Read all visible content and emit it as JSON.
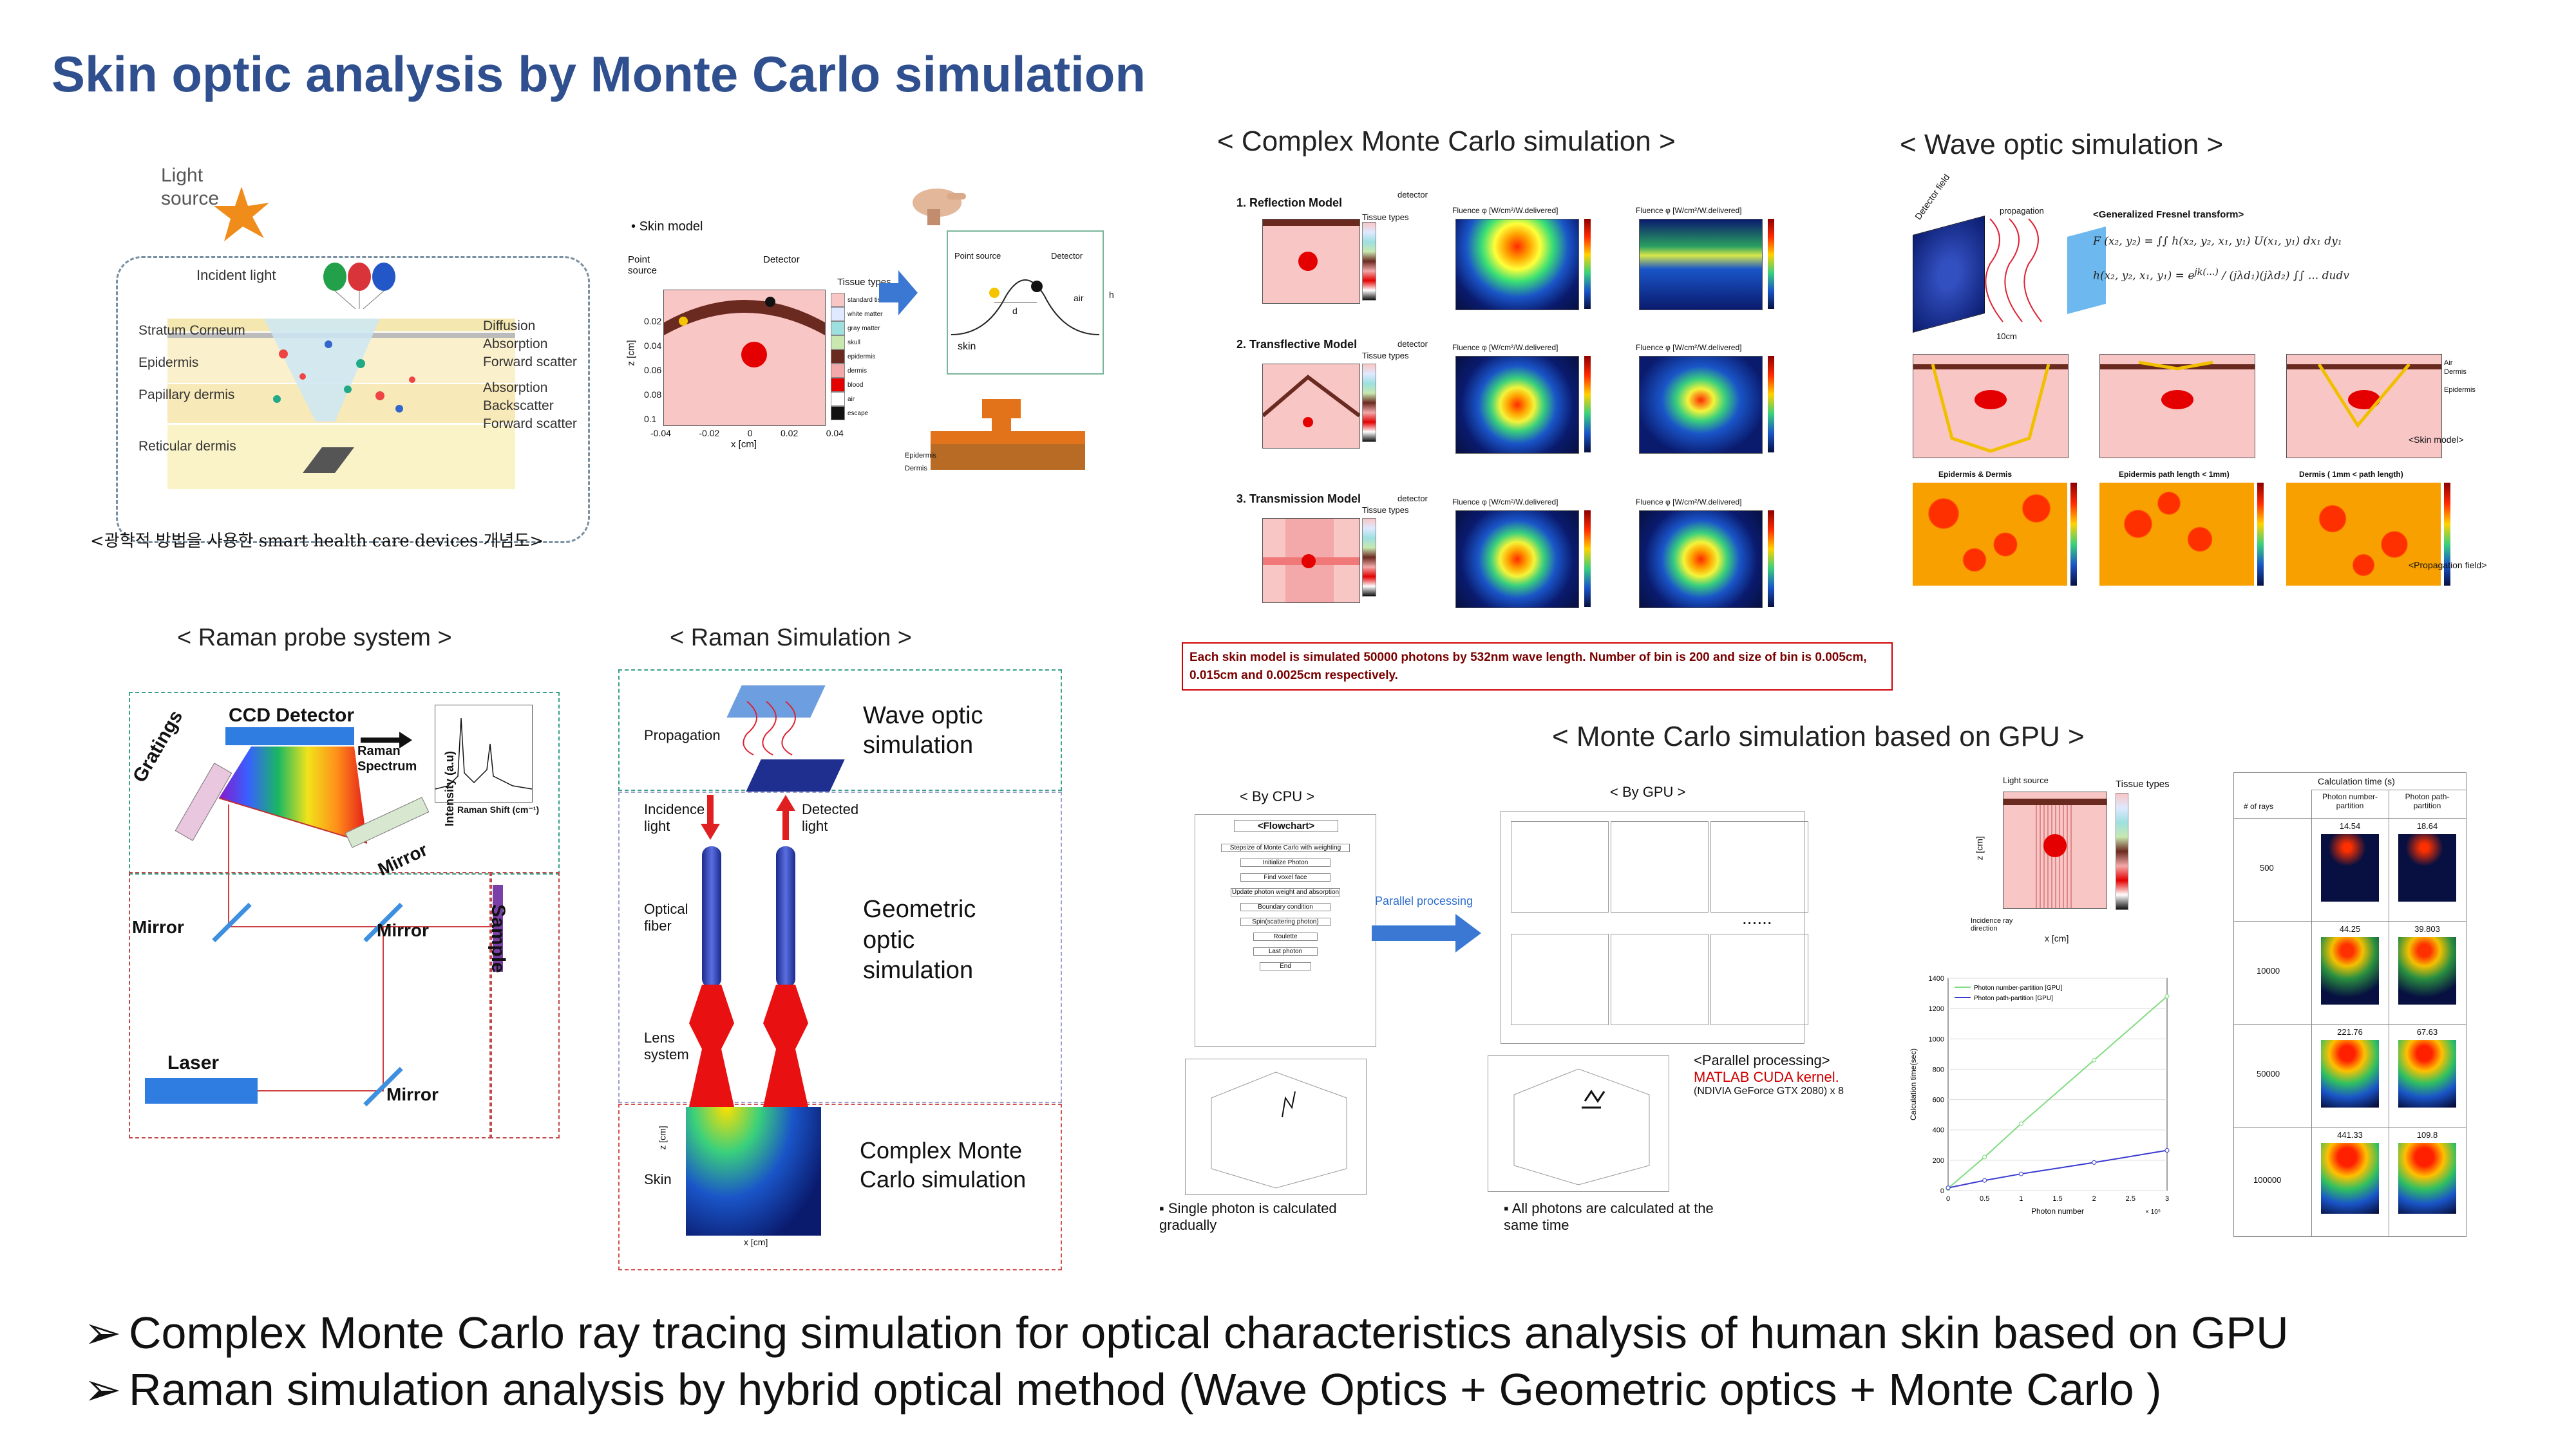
{
  "title": "Skin optic analysis by Monte Carlo simulation",
  "concept": {
    "light_source": "Light source",
    "incident_light": "Incident light",
    "layers": [
      "Stratum Corneum",
      "Epidermis",
      "Papillary dermis",
      "Reticular dermis"
    ],
    "effects": [
      "Diffusion",
      "Absorption",
      "Forward scatter",
      "Absorption",
      "Backscatter",
      "Forward scatter"
    ],
    "caption": "<광학적 방법을 사용한 smart health care devices  개념도>"
  },
  "skin_model": {
    "bullet": "Skin model",
    "point_source": "Point source",
    "detector": "Detector",
    "tissue_types": "Tissue types",
    "legend": [
      "standard tissue",
      "white matter",
      "gray matter",
      "skull",
      "epidermis",
      "dermis",
      "blood",
      "air",
      "escape"
    ],
    "zoom_point_source": "Point source",
    "zoom_detector": "Detector",
    "zoom_d": "d",
    "zoom_air": "air",
    "zoom_skin": "skin",
    "zoom_h": "h",
    "epidermis": "Epidermis",
    "dermis": "Dermis",
    "xaxis": "x [cm]",
    "yaxis": "z [cm]",
    "xticks": [
      "-0.04",
      "-0.02",
      "0",
      "0.02",
      "0.04"
    ],
    "yticks": [
      "0.02",
      "0.04",
      "0.06",
      "0.08",
      "0.1"
    ]
  },
  "complex_mc": {
    "heading": "< Complex Monte Carlo simulation >",
    "models": [
      "1. Reflection Model",
      "2. Transflective Model",
      "3. Transmission Model"
    ],
    "detector": "detector",
    "tissue_types": "Tissue types",
    "fluence_label": "Fluence φ [W/cm²/W.delivered]",
    "note": "Each skin model is simulated 50000 photons by 532nm wave length. Number of bin is 200 and size of bin is 0.005cm, 0.015cm and 0.0025cm respectively."
  },
  "wave_optic": {
    "heading": "< Wave optic simulation >",
    "detector_field": "Detector field",
    "propagation": "propagation",
    "distance": "10cm",
    "transform_title": "<Generalized Fresnel transform>",
    "skin_model_label": "<Skin model>",
    "propagation_field": "<Propagation field>",
    "map_titles": [
      "Epidermis & Dermis",
      "Epidermis path length < 1mm)",
      "Dermis ( 1mm < path length)"
    ],
    "layer_labels": [
      "Air",
      "Dermis",
      "Epidermis"
    ]
  },
  "raman_probe": {
    "heading": "< Raman probe system >",
    "ccd": "CCD Detector",
    "gratings": "Gratings",
    "raman_spectrum": "Raman Spectrum",
    "intensity": "Intensity (a.u)",
    "raman_shift": "Raman Shift (cm⁻¹)",
    "mirrors": [
      "Mirror",
      "Mirror",
      "Mirror",
      "Mirror"
    ],
    "sample": "Sample",
    "laser": "Laser"
  },
  "raman_sim": {
    "heading": "< Raman Simulation >",
    "propagation": "Propagation",
    "wave_optic": "Wave optic simulation",
    "incidence": "Incidence light",
    "detected": "Detected light",
    "optical_fiber": "Optical fiber",
    "lens_system": "Lens system",
    "geometric": "Geometric optic simulation",
    "skin": "Skin",
    "complex_mc": "Complex Monte Carlo simulation",
    "xaxis": "x [cm]",
    "yaxis": "z [cm]"
  },
  "gpu": {
    "heading": "< Monte Carlo simulation based on GPU >",
    "by_cpu": "< By CPU >",
    "by_gpu": "< By GPU >",
    "flowchart": "<Flowchart>",
    "flow_steps": [
      "Stepsize of Monte Carlo with weighting",
      "Initialize Photon",
      "Find voxel face",
      "Update photon weight and absorption",
      "Boundary condition",
      "Spin(scattering photon)",
      "Roulette",
      "Last photon",
      "End"
    ],
    "parallel": "Parallel processing",
    "dots": "......",
    "cpu_caption": "Single photon is calculated gradually",
    "gpu_caption": "All photons are calculated at the same time",
    "pp_title": "<Parallel processing>",
    "pp_kernel": "MATLAB CUDA kernel.",
    "pp_hw": "(NDIVIA GeForce GTX 2080) x 8",
    "light_source": "Light source",
    "incidence_ray": "Incidence ray direction",
    "tissue_types": "Tissue types",
    "model_xaxis": "x [cm]",
    "model_yaxis": "z [cm]"
  },
  "calc_table": {
    "title": "Calculation time (s)",
    "col_rays": "# of rays",
    "col_a": "Photon number-partition",
    "col_b": "Photon path-partition",
    "rows": [
      {
        "rays": "500",
        "a": "14.54",
        "b": "18.64"
      },
      {
        "rays": "10000",
        "a": "44.25",
        "b": "39.803"
      },
      {
        "rays": "50000",
        "a": "221.76",
        "b": "67.63"
      },
      {
        "rays": "100000",
        "a": "441.33",
        "b": "109.8"
      }
    ]
  },
  "chart_data": {
    "type": "line",
    "xlabel": "Photon number",
    "ylabel": "Calculation time(sec)",
    "x": [
      0,
      0.5,
      1,
      2,
      3
    ],
    "xticks": [
      "0",
      "0.5",
      "1",
      "1.5",
      "2",
      "2.5",
      "3"
    ],
    "xunit": "× 10⁵",
    "ylim": [
      0,
      1400
    ],
    "yticks": [
      "0",
      "200",
      "400",
      "600",
      "800",
      "1000",
      "1200",
      "1400"
    ],
    "legend_position": "top-left",
    "series": [
      {
        "name": "Photon number-partition [GPU]",
        "values": [
          15,
          221,
          441,
          860,
          1280
        ],
        "color": "#7fdc7f"
      },
      {
        "name": "Photon path-partition [GPU]",
        "values": [
          18,
          67,
          110,
          185,
          265
        ],
        "color": "#3a3ad0"
      }
    ]
  },
  "bullets": [
    "Complex Monte Carlo ray tracing simulation for optical characteristics analysis of human skin based on GPU",
    "Raman simulation analysis by hybrid optical method (Wave Optics + Geometric optics + Monte Carlo )"
  ],
  "colors": {
    "title": "#2f4f8f",
    "accent_red": "#d00000",
    "arrow_blue": "#3b78d4"
  }
}
